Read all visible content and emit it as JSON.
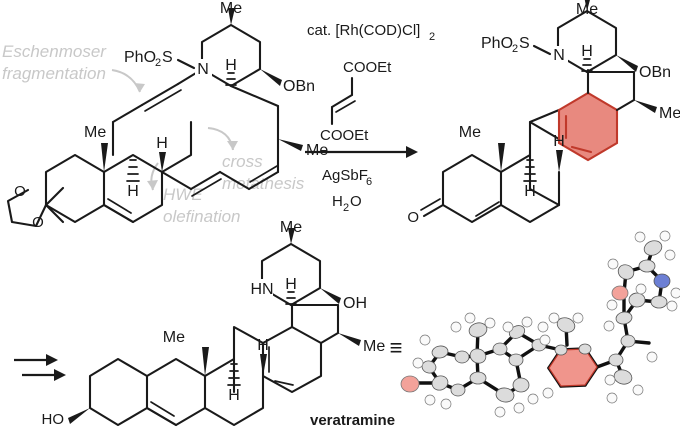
{
  "figure": {
    "type": "chemical-reaction-scheme",
    "title": "Synthesis of veratramine",
    "target_molecule": "veratramine"
  },
  "annotations": [
    {
      "id": "eschenmoser",
      "line1": "Eschenmoser",
      "line2": "fragmentation"
    },
    {
      "id": "hwe",
      "line1": "HWE",
      "line2": "olefination"
    },
    {
      "id": "cross-metathesis",
      "line1": "cross",
      "line2": "metathesis"
    }
  ],
  "conditions": {
    "catalyst": "cat. [Rh(COD)Cl]",
    "catalyst_sub": "2",
    "reagent_top": "COOEt",
    "reagent_bottom": "COOEt",
    "additive": "AgSbF",
    "additive_sub": "6",
    "solvent": "H",
    "solvent_sub": "2",
    "solvent_tail": "O"
  },
  "labels": {
    "me": "Me",
    "h": "H",
    "n": "N",
    "o": "O",
    "hn": "HN",
    "oh": "OH",
    "ho": "HO",
    "obn": "OBn",
    "sulfonyl": "PhO",
    "sulfonyl_sub": "2",
    "sulfonyl_tail": "S",
    "equivalent": "≡",
    "product_name": "veratramine"
  },
  "colors": {
    "highlight_fill": "#e8897f",
    "highlight_stroke": "#c0392b",
    "annotation_gray": "#c8c8c8",
    "bond_black": "#1a1a1a",
    "nitrogen_blue": "#6c7fd4",
    "oxygen_red": "#f3a29a"
  },
  "chart_data": {
    "type": "diagram",
    "title": "Synthesis of veratramine",
    "panels": [
      {
        "name": "starting-material",
        "description": "tetracyclic alkyne diene with dioxolane ketal and N-sulfonyl piperidine"
      },
      {
        "name": "reaction-arrow",
        "description": "Rh-catalyzed reaction conditions"
      },
      {
        "name": "product",
        "description": "aromatized steroidal enone with highlighted arene ring"
      },
      {
        "name": "veratramine",
        "description": "final natural product"
      },
      {
        "name": "xray-structure",
        "description": "ORTEP thermal ellipsoid crystal structure"
      }
    ]
  }
}
